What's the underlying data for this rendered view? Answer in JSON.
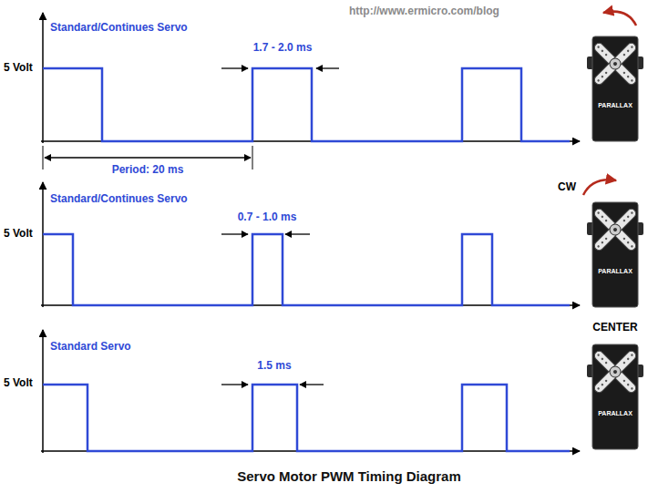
{
  "diagram": {
    "caption": "Servo Motor PWM Timing Diagram",
    "labels": [
      "http://www.ermicro.com/blog",
      "Standard/Continues Servo",
      "5 Volt",
      "1.7 - 2.0 ms",
      "Period: 20 ms",
      "Standard/Continues Servo",
      "5 Volt",
      "0.7 - 1.0 ms",
      "CW",
      "Standard Servo",
      "5 Volt",
      "1.5 ms",
      "CENTER",
      "PARALLAX",
      "PARALLAX",
      "PARALLAX"
    ]
  }
}
